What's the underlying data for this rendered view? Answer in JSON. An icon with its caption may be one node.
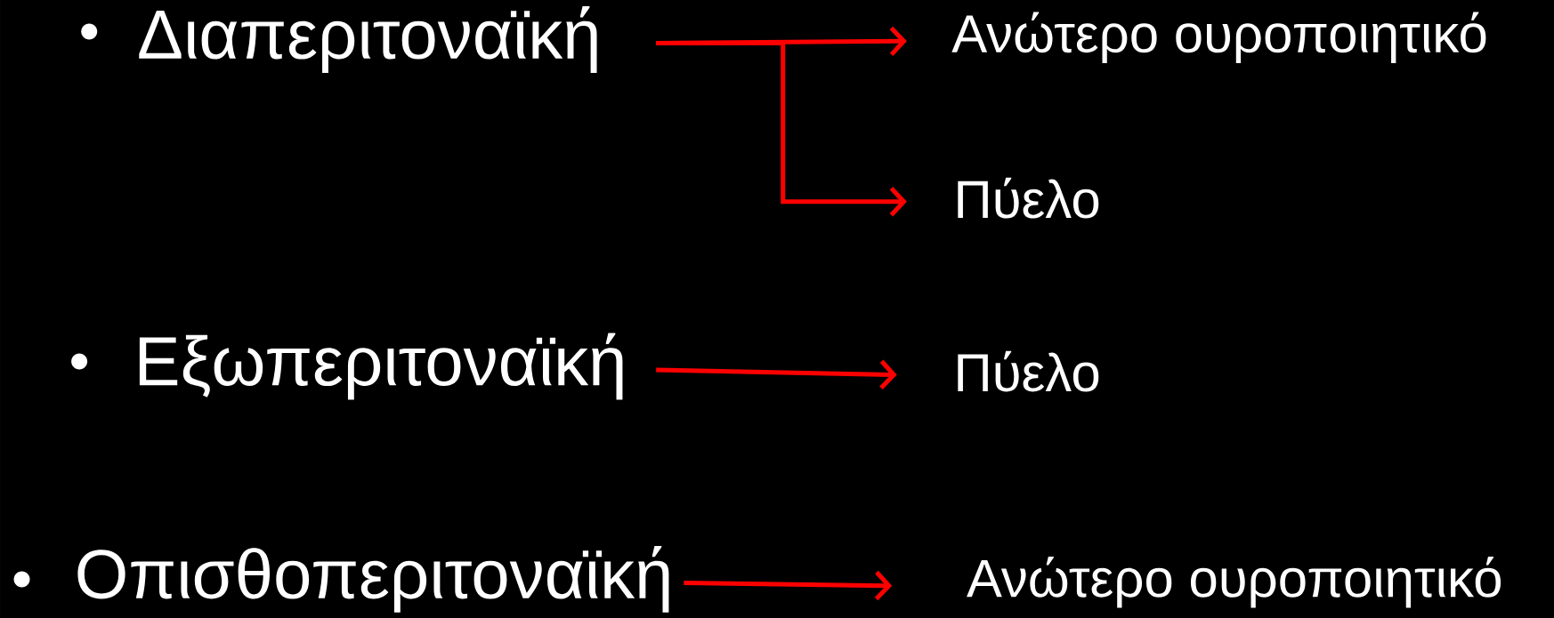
{
  "diagram": {
    "nodes": [
      {
        "text": [
          "Διαπεριτοναϊκή"
        ]
      },
      {
        "text": [
          "Ανώτερο ουροποιητικό"
        ]
      },
      {
        "text": [
          "Πύελο"
        ]
      },
      {
        "text": [
          "Εξωπεριτοναϊκή"
        ]
      },
      {
        "text": [
          "Πύελο"
        ]
      },
      {
        "text": [
          "Οπισθοπεριτοναϊκή"
        ]
      },
      {
        "text": [
          "Ανώτερο ουροποιητικό"
        ]
      }
    ],
    "edges": [
      {
        "from": 0,
        "to": 1,
        "arrow": "to"
      },
      {
        "from": 0,
        "to": 2,
        "arrow": "to"
      },
      {
        "from": 3,
        "to": 4,
        "arrow": "to"
      },
      {
        "from": 5,
        "to": 6,
        "arrow": "to"
      }
    ]
  }
}
